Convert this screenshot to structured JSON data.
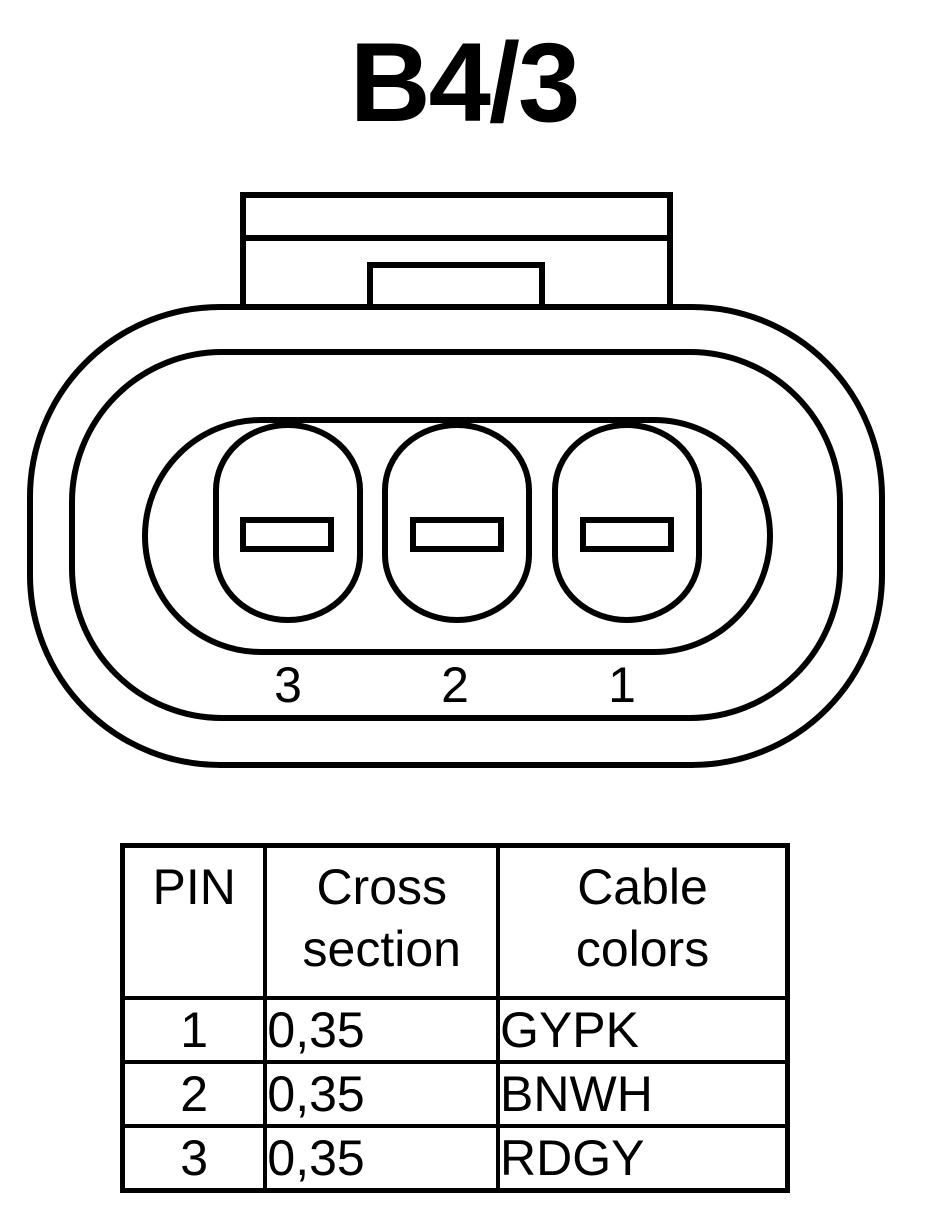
{
  "title": "B4/3",
  "connector": {
    "pin_numbers": [
      "3",
      "2",
      "1"
    ]
  },
  "table": {
    "headers": {
      "pin": [
        "PIN"
      ],
      "cross_section": [
        "Cross",
        "section"
      ],
      "cable_colors": [
        "Cable",
        "colors"
      ]
    },
    "rows": [
      {
        "pin": "1",
        "cross_section": "0,35",
        "cable_color": "GYPK"
      },
      {
        "pin": "2",
        "cross_section": "0,35",
        "cable_color": "BNWH"
      },
      {
        "pin": "3",
        "cross_section": "0,35",
        "cable_color": "RDGY"
      }
    ]
  }
}
